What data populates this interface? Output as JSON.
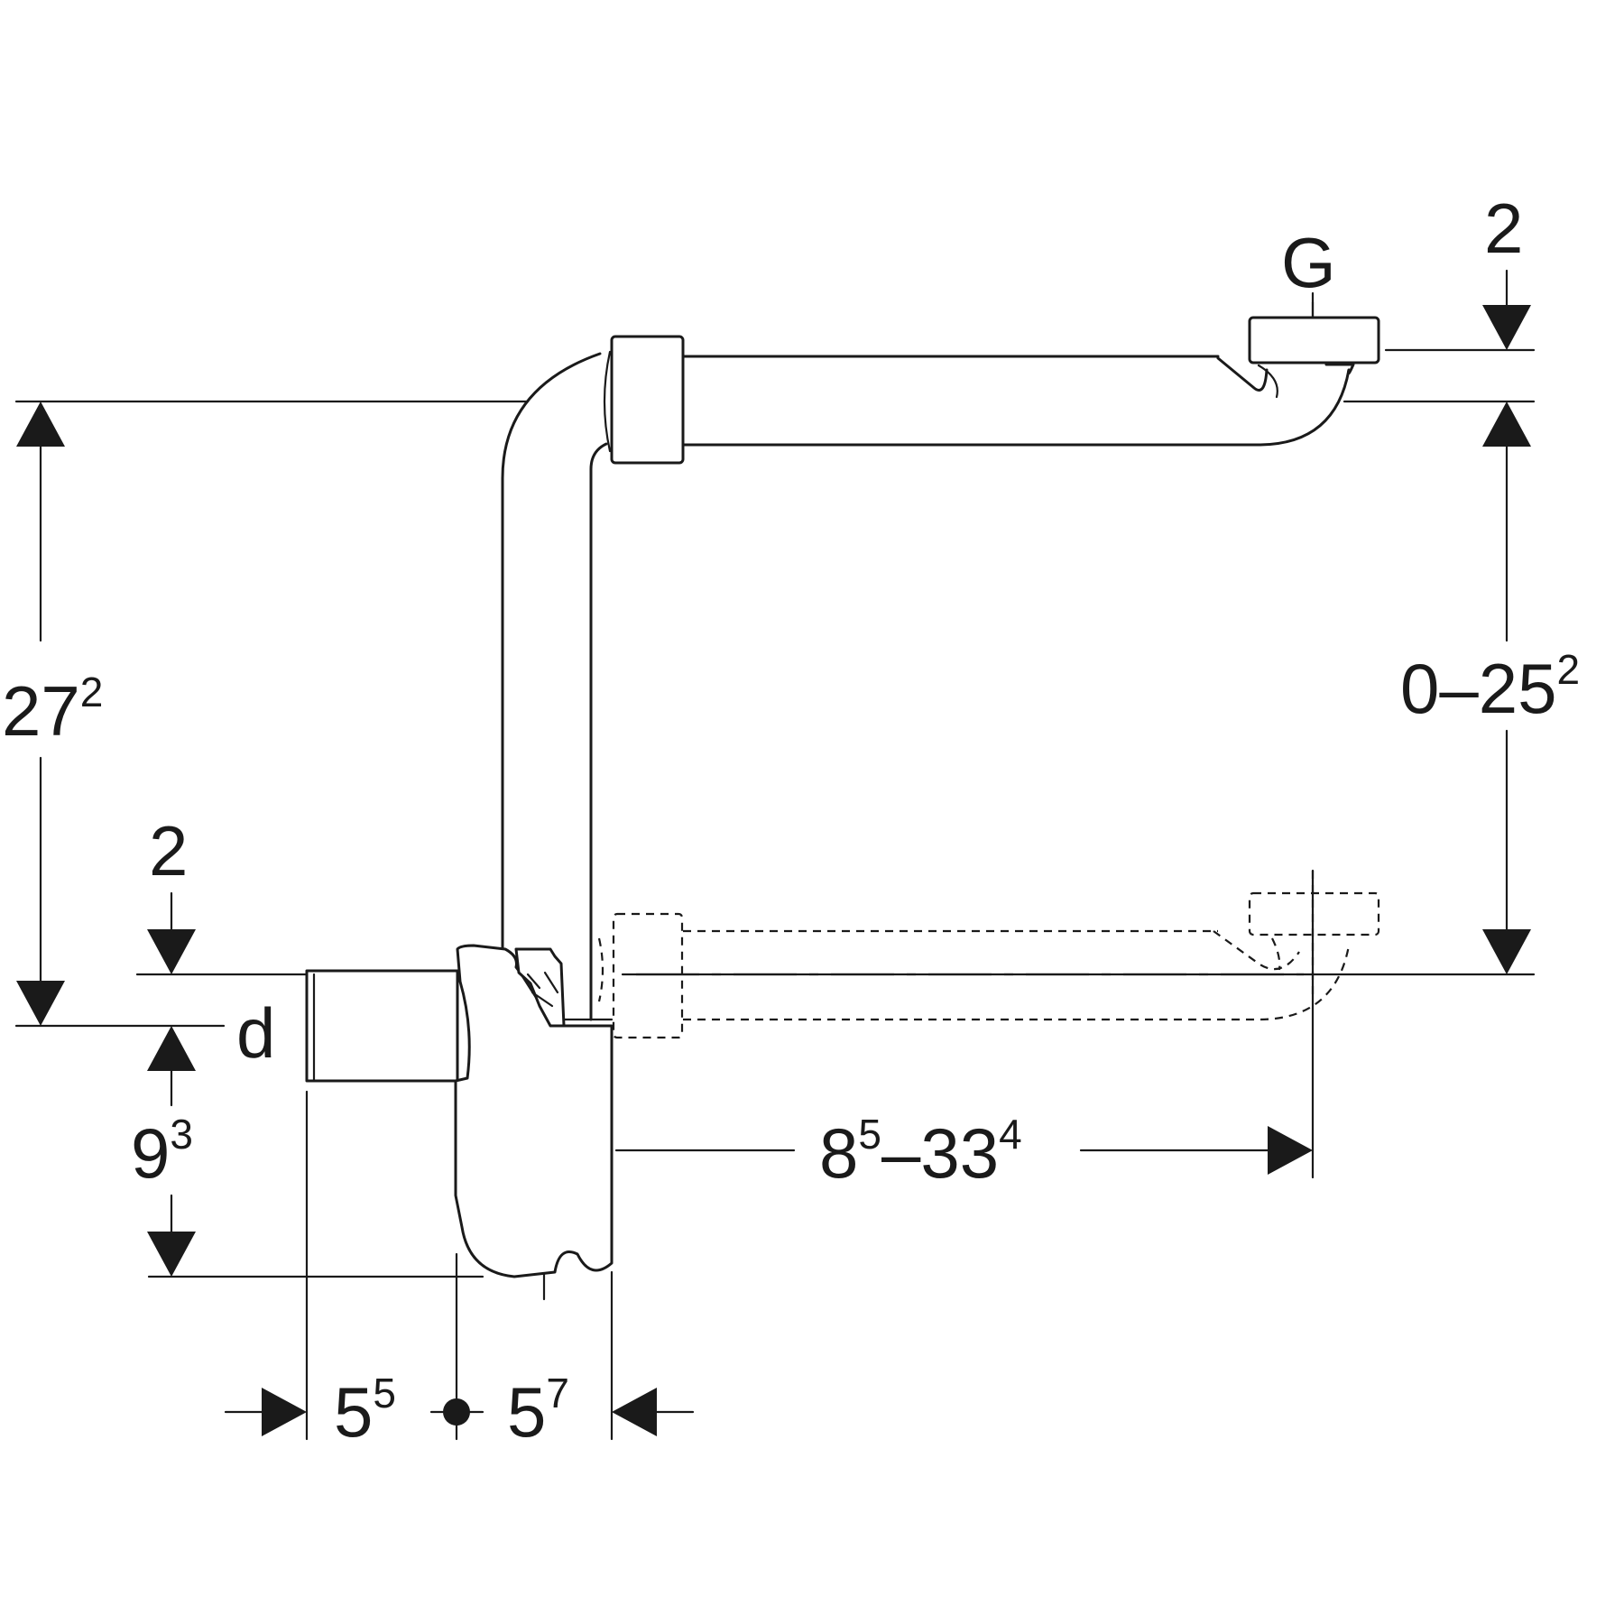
{
  "labels": {
    "g": "G",
    "d": "d",
    "top_right_offset": "2",
    "left_offset": "2",
    "height_main": "27",
    "height_main_sup": "2",
    "height_range_a": "0",
    "height_range_sep": "–",
    "height_range_b": "25",
    "height_range_b_sup": "2",
    "depth_a": "9",
    "depth_a_sup": "3",
    "reach_a": "8",
    "reach_a_sup": "5",
    "reach_sep": "–",
    "reach_b": "33",
    "reach_b_sup": "4",
    "width_left": "5",
    "width_left_sup": "5",
    "width_right": "5",
    "width_right_sup": "7"
  },
  "colors": {
    "line": "#1a1a1a",
    "background": "#ffffff"
  }
}
